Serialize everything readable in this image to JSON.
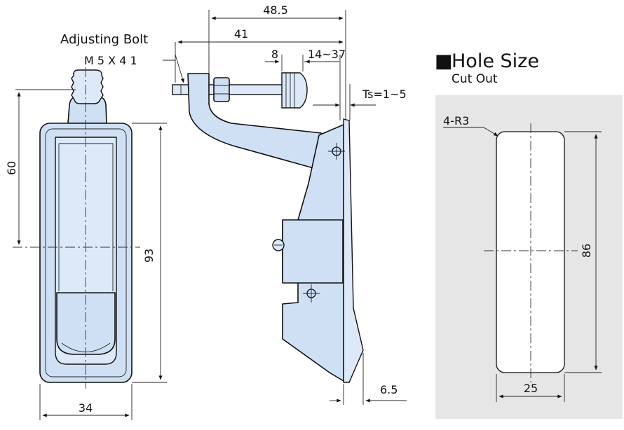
{
  "labels": {
    "adjusting_bolt": "Adjusting Bolt",
    "bolt_size": "M 5 X 4 1",
    "hole_size_marker": "■",
    "hole_size": "Hole Size",
    "cut_out": "Cut Out",
    "corner_radius": "4-R3"
  },
  "dimensions": {
    "overall_depth": "48.5",
    "bolt_length": "41",
    "bolt_head": "8",
    "adjust_range": "14~37",
    "panel_thickness": "Ts=1~5",
    "hole_to_center": "60",
    "body_height": "93",
    "body_width": "34",
    "flange_thickness": "6.5",
    "cutout_height": "86",
    "cutout_width": "25"
  },
  "colors": {
    "part_fill": "#cfe0f5",
    "panel_fill": "#e6e6e6",
    "line": "#111111"
  }
}
